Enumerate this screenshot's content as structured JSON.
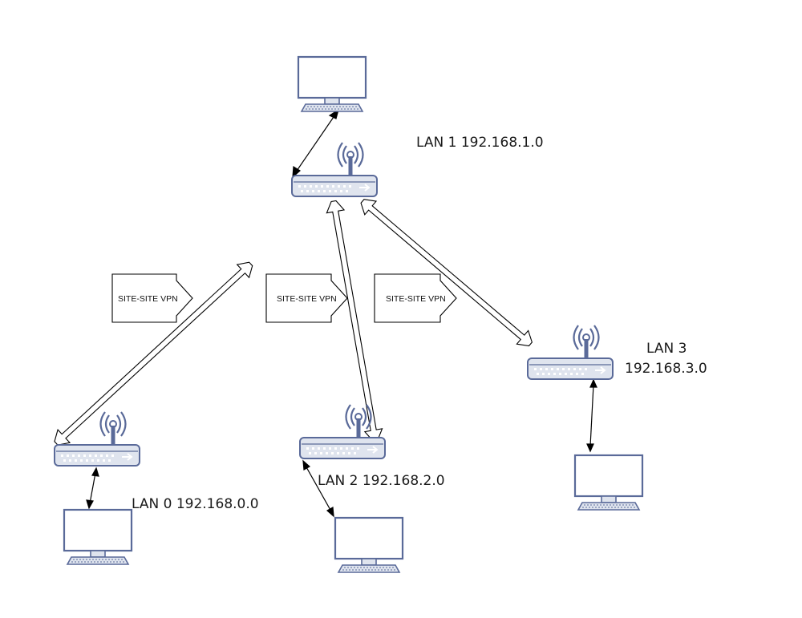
{
  "labels": {
    "lan1": "LAN 1 192.168.1.0",
    "lan0": "LAN 0 192.168.0.0",
    "lan2": "LAN 2 192.168.2.0",
    "lan3_line1": "LAN 3",
    "lan3_line2": "192.168.3.0"
  },
  "vpn_labels": [
    "SITE-SITE VPN",
    "SITE-SITE VPN",
    "SITE-SITE VPN"
  ],
  "icons": {
    "router": "wireless-router-icon",
    "computer": "monitor-icon"
  },
  "colors": {
    "device_fill": "#dfe4ee",
    "device_stroke": "#5a6a99",
    "antenna": "#5a6a99",
    "line": "#000000"
  }
}
